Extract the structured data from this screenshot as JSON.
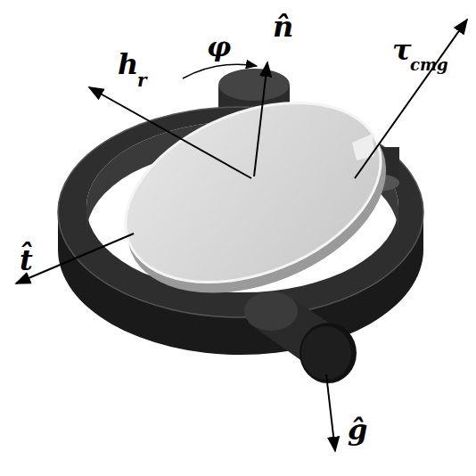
{
  "diagram": {
    "labels": [
      "h",
      "r",
      "n̂",
      "φ",
      "τ",
      "cmg",
      "t̂",
      "ĝ"
    ]
  }
}
